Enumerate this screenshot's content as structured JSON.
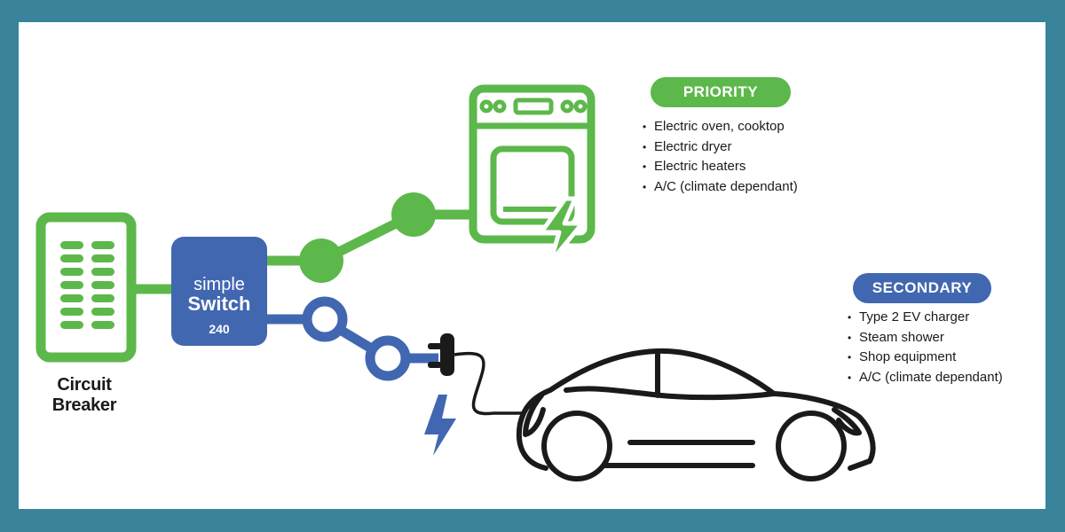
{
  "diagram": {
    "colors": {
      "border": "#39849a",
      "priority_green": "#5cb84a",
      "secondary_blue": "#4167b1",
      "outline_black": "#1a1a1a"
    },
    "circuit_breaker": {
      "label_line1": "Circuit",
      "label_line2": "Breaker",
      "icon": "circuit-breaker-panel-icon"
    },
    "simple_switch": {
      "line1": "simple",
      "line2": "Switch",
      "model": "240"
    },
    "priority": {
      "badge": "PRIORITY",
      "icon": "oven-icon",
      "items": [
        "Electric oven, cooktop",
        "Electric dryer",
        "Electric heaters",
        "A/C (climate dependant)"
      ]
    },
    "secondary": {
      "badge": "SECONDARY",
      "icon": "electric-car-icon",
      "items": [
        "Type 2 EV charger",
        "Steam shower",
        "Shop equipment",
        "A/C (climate dependant)"
      ]
    }
  }
}
